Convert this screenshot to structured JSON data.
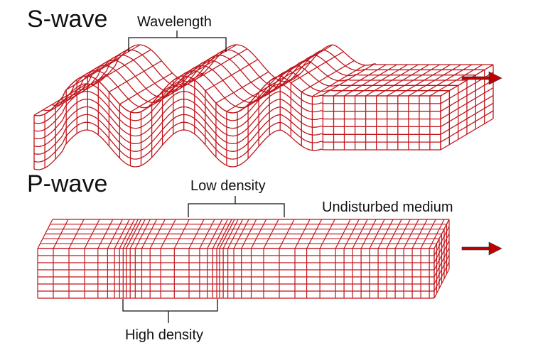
{
  "s_wave": {
    "title": "S-wave",
    "wavelength_label": "Wavelength",
    "direction_arrow": "right-arrow"
  },
  "p_wave": {
    "title": "P-wave",
    "low_density_label": "Low density",
    "high_density_label": "High density",
    "undisturbed_label": "Undisturbed medium",
    "direction_arrow": "right-arrow"
  },
  "colors": {
    "grid": "#c0151b",
    "arrow": "#c00000",
    "text": "#111111",
    "bracket": "#111111"
  }
}
